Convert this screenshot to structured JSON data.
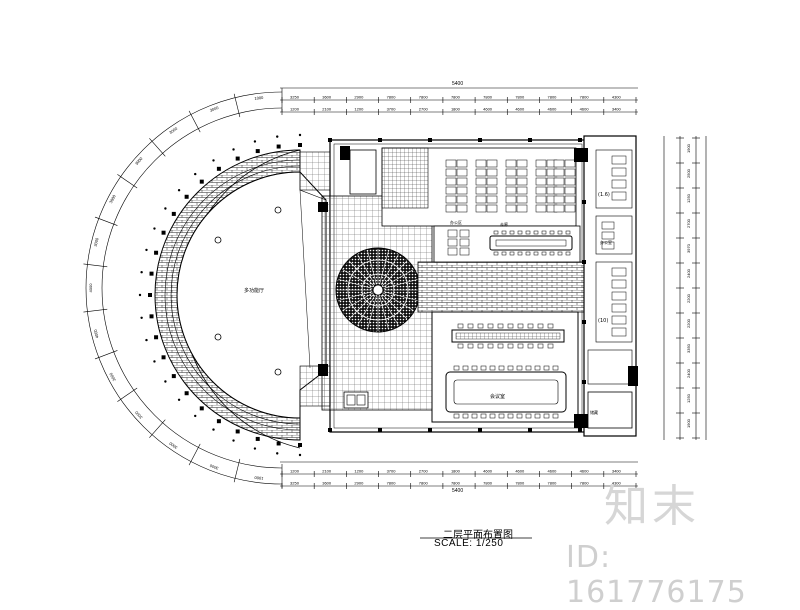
{
  "drawing": {
    "title": "二层平面布置图",
    "scale": "SCALE: 1/250",
    "overall_dimension_top": "5400",
    "overall_dimension_bottom": "5400",
    "top_dims_row1": [
      "3250",
      "3600",
      "2900",
      "7800",
      "7800",
      "7800",
      "7800",
      "7800",
      "7800",
      "7800",
      "4300"
    ],
    "top_dims_row2": [
      "1200",
      "2100",
      "1200",
      "3700",
      "2700",
      "1800",
      "4600",
      "4600",
      "4600",
      "4600",
      "3400"
    ],
    "bottom_dims_row1": [
      "1200",
      "2100",
      "1200",
      "3700",
      "2700",
      "1800",
      "4600",
      "4600",
      "4600",
      "4600",
      "3400"
    ],
    "bottom_dims_row2": [
      "3250",
      "3600",
      "2900",
      "7800",
      "7800",
      "7800",
      "7800",
      "7800",
      "7800",
      "7800",
      "4300"
    ],
    "right_dims": [
      "1900",
      "2500",
      "1250",
      "2700",
      "3970",
      "2400",
      "2200",
      "2200",
      "3350",
      "2400",
      "1250",
      "1900"
    ],
    "arc_dims": [
      "1000",
      "3000",
      "3000",
      "3000",
      "3000",
      "3000",
      "4000",
      "4000",
      "3000",
      "3000",
      "3000",
      "3000",
      "1000"
    ],
    "room_labels": {
      "hall": "多功能厅",
      "meeting": "会议室",
      "office_left": "办公区",
      "corridor": "走廊",
      "office_right": "办公室",
      "room_a": "(1.6)",
      "room_b": "(10)",
      "room_c": "储藏"
    }
  },
  "watermark": {
    "brand": "知末",
    "id": "ID: 161776175"
  }
}
